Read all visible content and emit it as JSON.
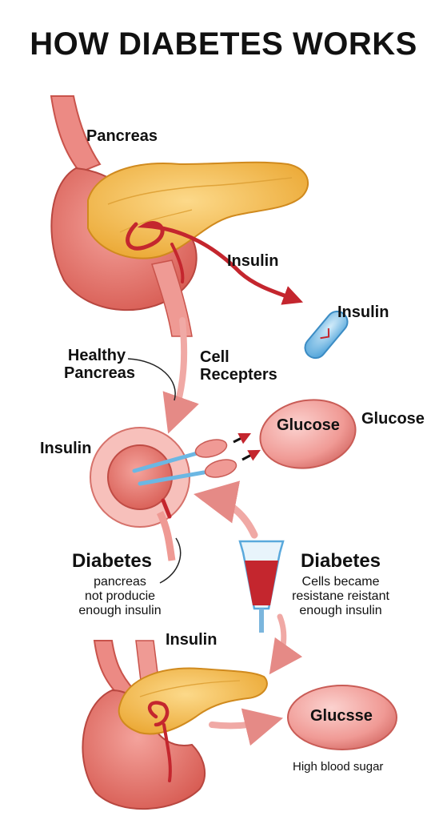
{
  "title": "HOW DIABETES WORKS",
  "labels": {
    "pancreas": "Pancreas",
    "insulin_arrow": "Insulin",
    "insulin_cell": "Insulin",
    "healthy_pancreas_l1": "Healthy",
    "healthy_pancreas_l2": "Pancreas",
    "cell_receptors_l1": "Cell",
    "cell_receptors_l2": "Recepters",
    "glucose_in_cell": "Glucose",
    "glucose_side": "Glucose",
    "insulin_receptor": "Insulin",
    "diabetes_left_title": "Diabetes",
    "diabetes_left_l1": "pancreas",
    "diabetes_left_l2": "not producie",
    "diabetes_left_l3": "enough insulin",
    "diabetes_right_title": "Diabetes",
    "diabetes_right_l1": "Cells became",
    "diabetes_right_l2": "resistane reistant",
    "diabetes_right_l3": "enough insulin",
    "insulin_bottom": "Insulin",
    "glucose_bottom": "Glucsse",
    "high_blood_sugar": "High blood sugar"
  },
  "colors": {
    "pancreas": "#f5b942",
    "tissue": "#e8766f",
    "vessel": "#c4262e",
    "glucose": "#f4a4a0",
    "insulin_cell": "#6cb7e3"
  },
  "icons": [
    "pancreas-organ-icon",
    "insulin-cell-icon",
    "glucose-cell-icon",
    "receptor-cell-icon",
    "blood-vial-icon",
    "arrow-icon"
  ]
}
